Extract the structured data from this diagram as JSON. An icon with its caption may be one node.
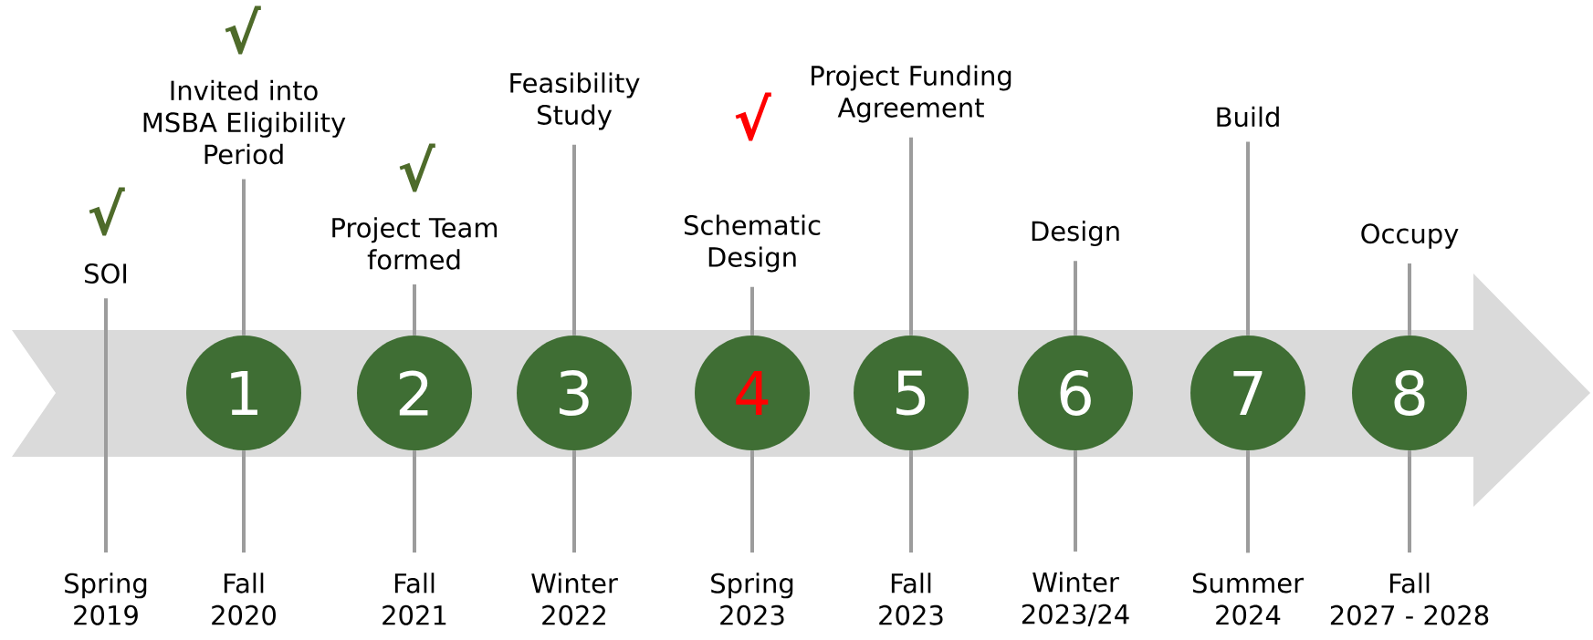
{
  "diagram": {
    "nodes": [
      {
        "text": [],
        "shape": "arrow"
      },
      {
        "text": [
          "SOI"
        ]
      },
      {
        "text": [
          "Spring 2019"
        ]
      },
      {
        "text": [
          "Invited into MSBA Eligibility Period"
        ]
      },
      {
        "text": [
          "1"
        ],
        "in": 0
      },
      {
        "text": [
          "Fall 2020"
        ]
      },
      {
        "text": [
          "Project Team formed"
        ]
      },
      {
        "text": [
          "2"
        ],
        "in": 0
      },
      {
        "text": [
          "Fall 2021"
        ]
      },
      {
        "text": [
          "Feasibility Study"
        ]
      },
      {
        "text": [
          "3"
        ],
        "in": 0
      },
      {
        "text": [
          "Winter 2022"
        ]
      },
      {
        "text": [
          "Schematic Design"
        ]
      },
      {
        "text": [
          "4"
        ],
        "in": 0
      },
      {
        "text": [
          "Spring 2023"
        ]
      },
      {
        "text": [
          "Project Funding Agreement"
        ]
      },
      {
        "text": [
          "5"
        ],
        "in": 0
      },
      {
        "text": [
          "Fall 2023"
        ]
      },
      {
        "text": [
          "Design"
        ]
      },
      {
        "text": [
          "6"
        ],
        "in": 0
      },
      {
        "text": [
          "Winter 2023/24"
        ]
      },
      {
        "text": [
          "Build"
        ]
      },
      {
        "text": [
          "7"
        ],
        "in": 0
      },
      {
        "text": [
          "Summer 2024"
        ]
      },
      {
        "text": [
          "Occupy"
        ]
      },
      {
        "text": [
          "8"
        ],
        "in": 0
      },
      {
        "text": [
          "Fall 2027 - 2028"
        ]
      }
    ],
    "edges": [
      {
        "from": 1,
        "to": 2,
        "arrow": "none"
      },
      {
        "from": 3,
        "to": 4,
        "arrow": "none"
      },
      {
        "from": 4,
        "to": 5,
        "arrow": "none"
      },
      {
        "from": 6,
        "to": 7,
        "arrow": "none"
      },
      {
        "from": 7,
        "to": 8,
        "arrow": "none"
      },
      {
        "from": 9,
        "to": 10,
        "arrow": "none"
      },
      {
        "from": 10,
        "to": 11,
        "arrow": "none"
      },
      {
        "from": 12,
        "to": 13,
        "arrow": "none"
      },
      {
        "from": 13,
        "to": 14,
        "arrow": "none"
      },
      {
        "from": 15,
        "to": 16,
        "arrow": "none"
      },
      {
        "from": 16,
        "to": 17,
        "arrow": "none"
      },
      {
        "from": 18,
        "to": 19,
        "arrow": "none"
      },
      {
        "from": 19,
        "to": 20,
        "arrow": "none"
      },
      {
        "from": 21,
        "to": 22,
        "arrow": "none"
      },
      {
        "from": 22,
        "to": 23,
        "arrow": "none"
      },
      {
        "from": 24,
        "to": 25,
        "arrow": "none"
      },
      {
        "from": 25,
        "to": 26,
        "arrow": "none"
      }
    ],
    "labels": [
      "√",
      "√",
      "√",
      "√"
    ]
  }
}
